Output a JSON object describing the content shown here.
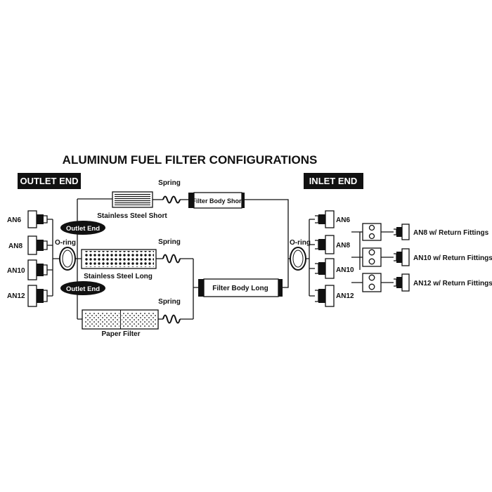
{
  "diagram": {
    "title": "ALUMINUM FUEL FILTER CONFIGURATIONS",
    "outlet_header": "OUTLET END",
    "inlet_header": "INLET END",
    "outlet_fittings": [
      "AN6",
      "AN8",
      "AN10",
      "AN12"
    ],
    "inlet_fittings": [
      "AN6",
      "AN8",
      "AN10",
      "AN12"
    ],
    "oring_left": "O-ring",
    "oring_right": "O-ring",
    "outlet_end_pill_1": "Outlet End",
    "outlet_end_pill_2": "Outlet End",
    "filters": {
      "short": "Stainless Steel Short",
      "long": "Stainless Steel Long",
      "paper": "Paper Filter"
    },
    "springs": [
      "Spring",
      "Spring",
      "Spring"
    ],
    "bodies": {
      "short": "Filter Body Short",
      "long": "Filter Body Long"
    },
    "return_fittings": [
      "AN8 w/ Return Fittings",
      "AN10 w/ Return Fittings",
      "AN12 w/ Return Fittings"
    ]
  }
}
